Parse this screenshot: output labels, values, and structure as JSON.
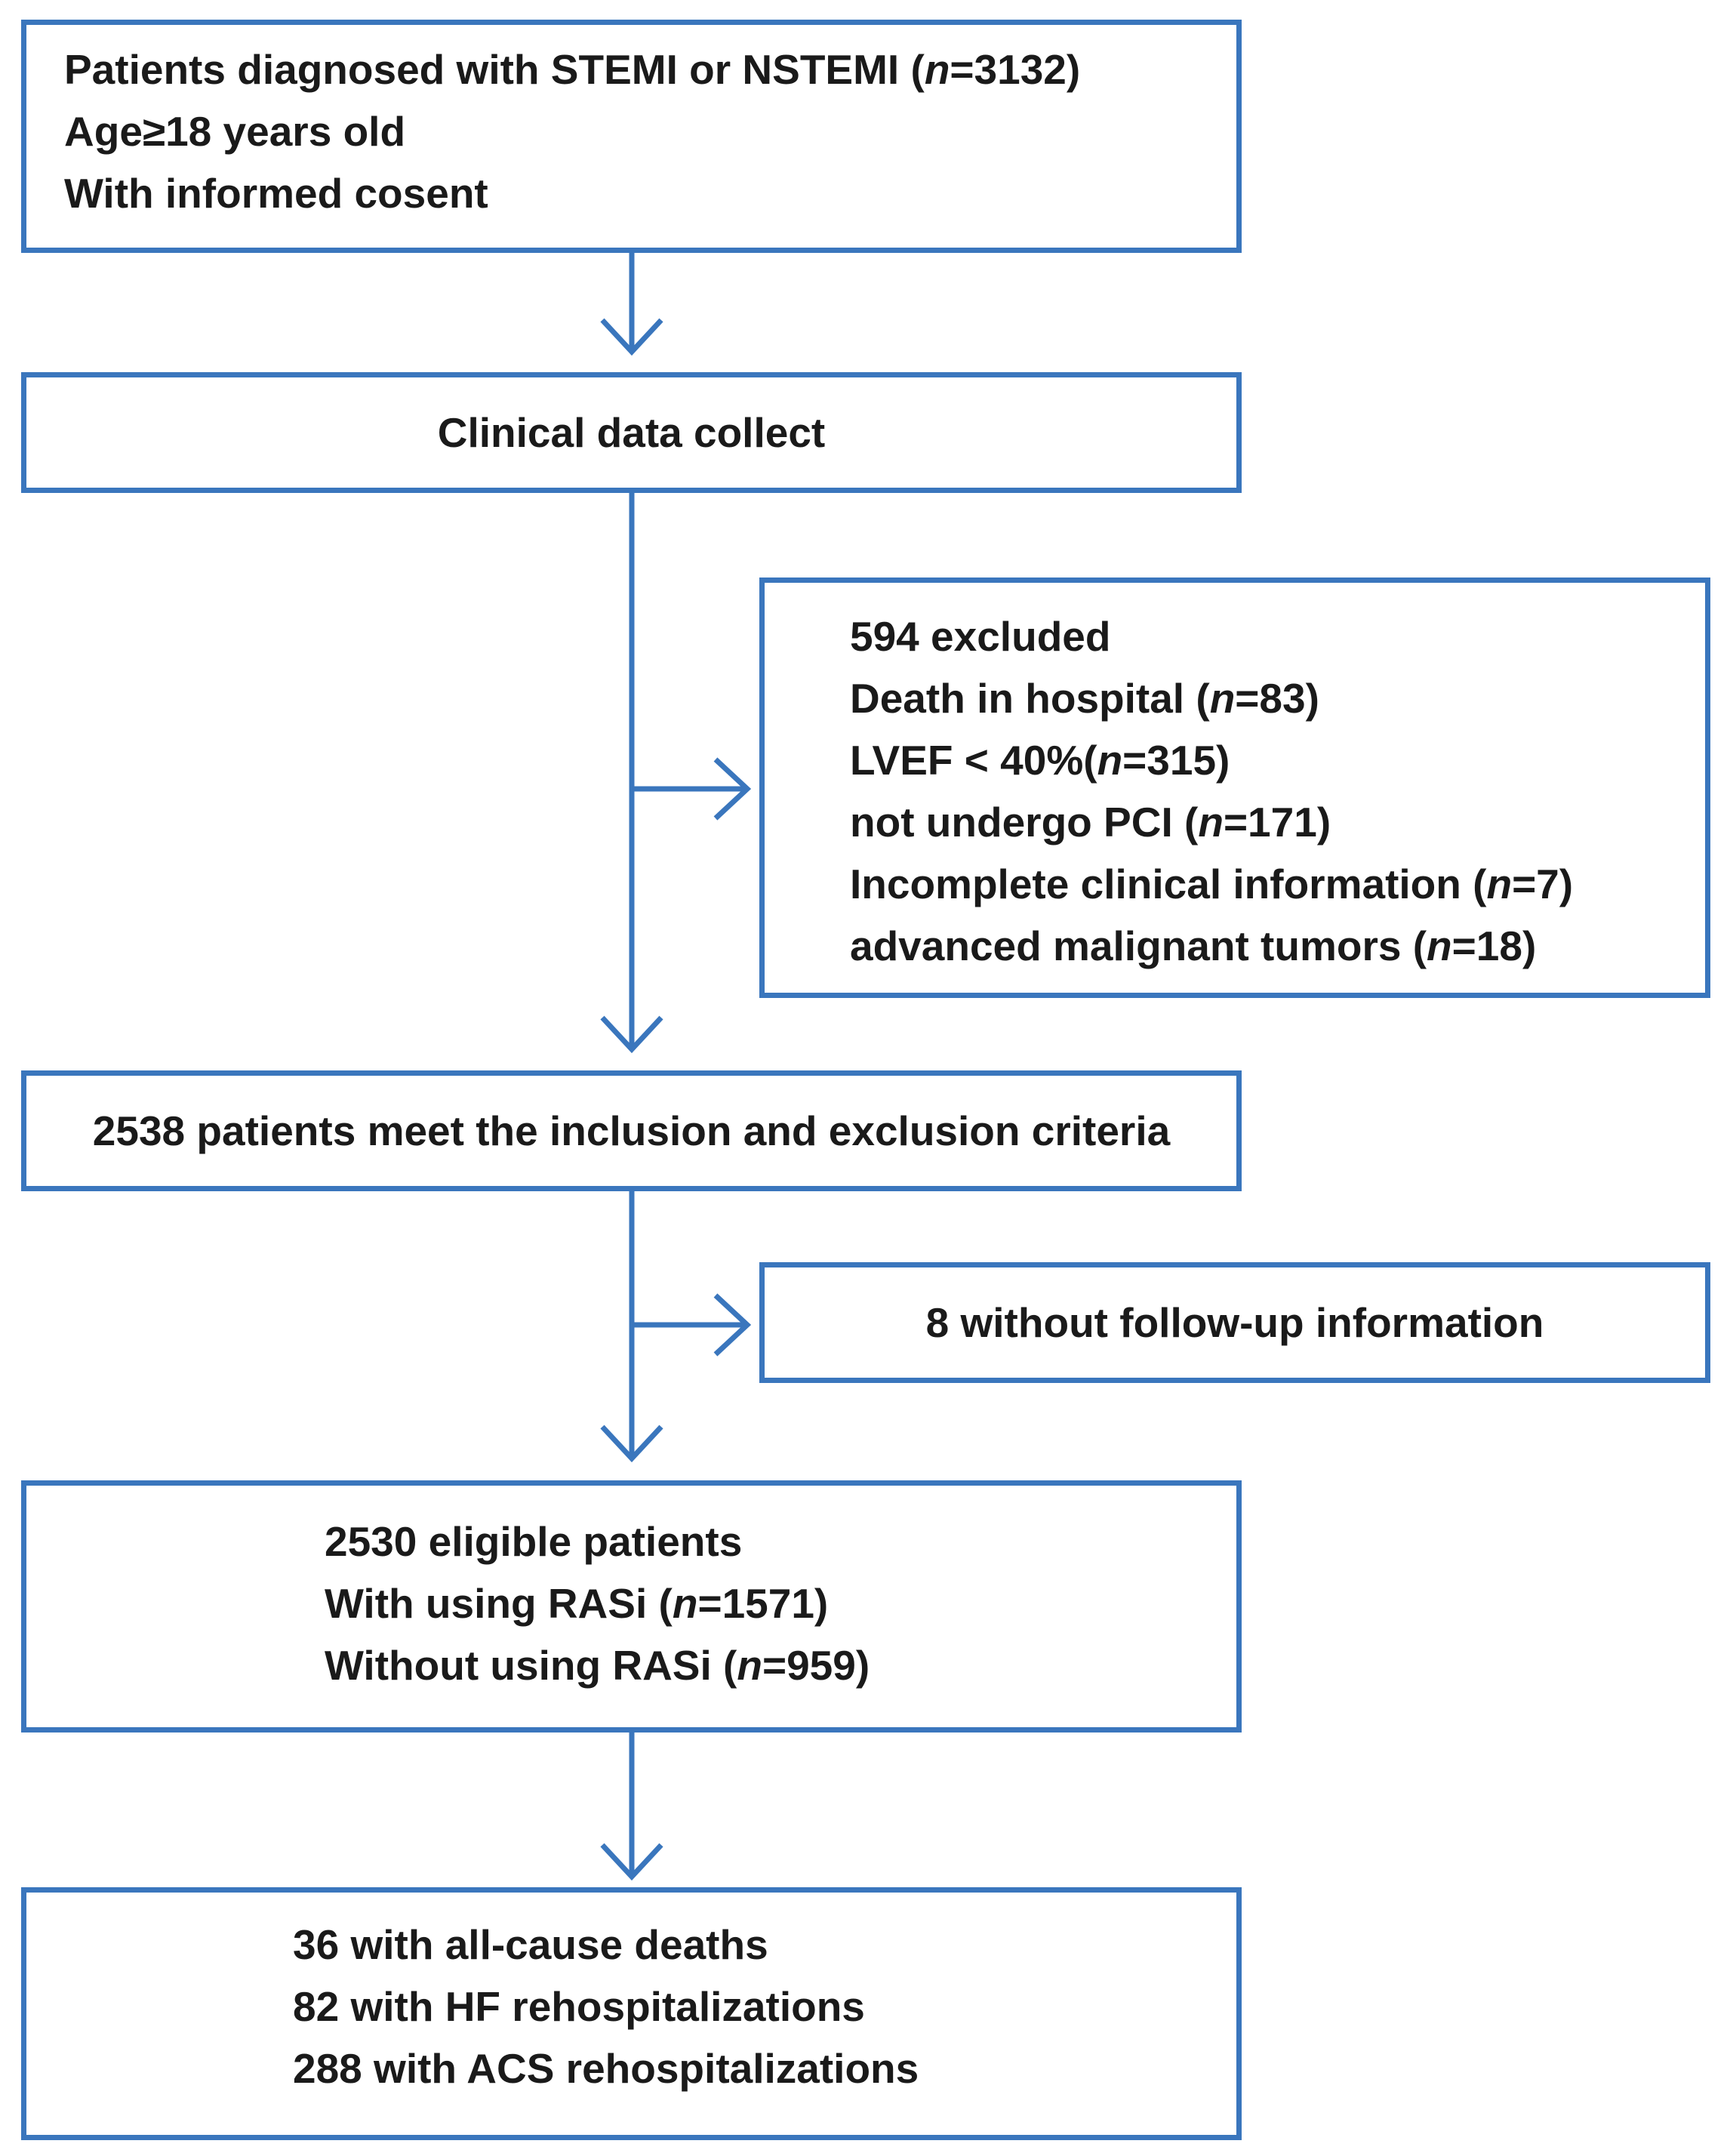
{
  "boxes": {
    "enrollment": {
      "lines": [
        {
          "pre": "Patients diagnosed with STEMI or NSTEMI (",
          "it": "n",
          "post": "=3132)"
        },
        {
          "pre": "Age≥18 years old",
          "it": "",
          "post": ""
        },
        {
          "pre": "With informed cosent",
          "it": "",
          "post": ""
        }
      ]
    },
    "collect": {
      "text": "Clinical data collect"
    },
    "excluded": {
      "lines": [
        {
          "pre": "594 excluded",
          "it": "",
          "post": ""
        },
        {
          "pre": "Death in hospital (",
          "it": "n",
          "post": "=83)"
        },
        {
          "pre": "LVEF < 40%(",
          "it": "n",
          "post": "=315)"
        },
        {
          "pre": "not undergo PCI (",
          "it": "n",
          "post": "=171)"
        },
        {
          "pre": "Incomplete clinical information (",
          "it": "n",
          "post": "=7)"
        },
        {
          "pre": "advanced malignant tumors (",
          "it": "n",
          "post": "=18)"
        }
      ]
    },
    "criteria": {
      "text": "2538 patients meet the inclusion and exclusion criteria"
    },
    "followup": {
      "text": "8 without follow-up information"
    },
    "eligible": {
      "lines": [
        {
          "pre": "2530 eligible patients",
          "it": "",
          "post": ""
        },
        {
          "pre": "With using RASi (",
          "it": "n",
          "post": "=1571)"
        },
        {
          "pre": "Without using RASi (",
          "it": "n",
          "post": "=959)"
        }
      ]
    },
    "outcomes": {
      "lines": [
        {
          "pre": "36 with all-cause deaths",
          "it": "",
          "post": ""
        },
        {
          "pre": "82 with HF rehospitalizations",
          "it": "",
          "post": ""
        },
        {
          "pre": "288 with ACS rehospitalizations",
          "it": "",
          "post": ""
        }
      ]
    }
  },
  "colors": {
    "accent": "#3a76bd",
    "text": "#1a1a1a"
  }
}
